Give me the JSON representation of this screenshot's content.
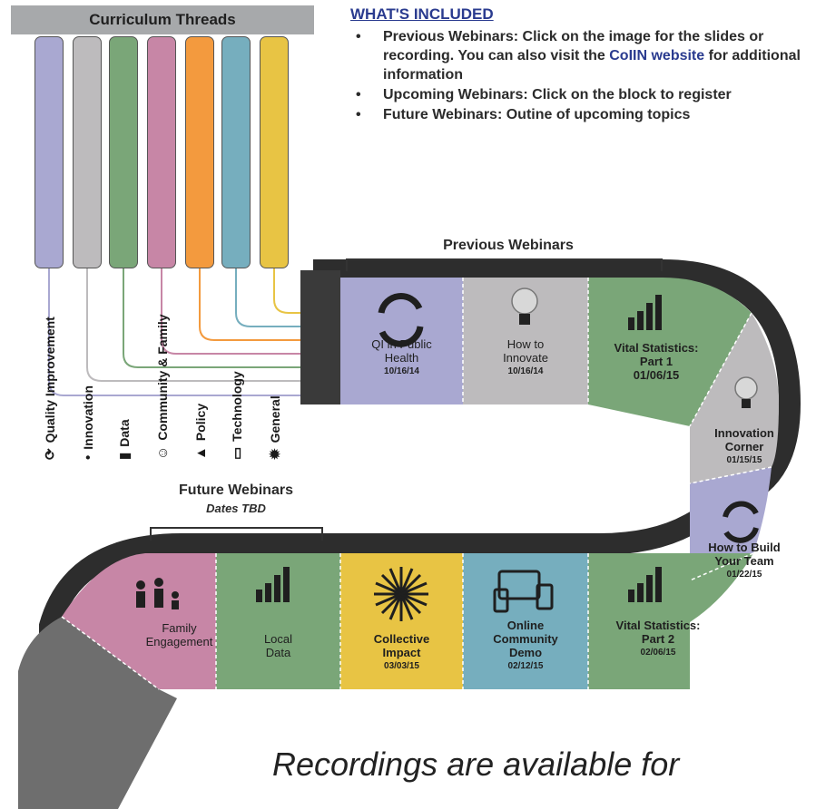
{
  "curriculum": {
    "header": "Curriculum Threads",
    "threads": [
      {
        "label": "Quality Improvement",
        "color": "#a9a8d1",
        "icon": "cycle-icon"
      },
      {
        "label": "Innovation",
        "color": "#bdbbbd",
        "icon": "bulb-icon"
      },
      {
        "label": "Data",
        "color": "#7aa678",
        "icon": "chart-icon"
      },
      {
        "label": "Community & Family",
        "color": "#c786a6",
        "icon": "family-icon"
      },
      {
        "label": "Policy",
        "color": "#f39a3e",
        "icon": "policy-icon"
      },
      {
        "label": "Technology",
        "color": "#76aebe",
        "icon": "devices-icon"
      },
      {
        "label": "General",
        "color": "#e8c444",
        "icon": "burst-icon"
      }
    ]
  },
  "included": {
    "title": "WHAT'S INCLUDED",
    "items": [
      {
        "bold": "Previous Webinars:",
        "text": " Click on the image for the slides or recording. You can also visit the ",
        "link": "CoIIN website",
        "after": " for additional information"
      },
      {
        "bold": "Upcoming Webinars:",
        "text": " Click on the block to register"
      },
      {
        "bold": "Future Webinars:",
        "text": " Outine of upcoming topics"
      }
    ]
  },
  "sections": {
    "previous": "Previous Webinars",
    "future": "Future Webinars",
    "future_sub": "Dates TBD"
  },
  "tiles": {
    "qi": {
      "l1": "QI in Public",
      "l2": "Health",
      "date": "10/16/14"
    },
    "howto": {
      "l1": "How to",
      "l2": "Innovate",
      "date": "10/16/14"
    },
    "vital1": {
      "l1": "Vital Statistics:",
      "l2": "Part 1",
      "date": "01/06/15"
    },
    "corner": {
      "l1": "Innovation",
      "l2": "Corner",
      "date": "01/15/15"
    },
    "team": {
      "l1": "How to Build",
      "l2": "Your Team",
      "date": "01/22/15"
    },
    "vital2": {
      "l1": "Vital Statistics:",
      "l2": "Part 2",
      "date": "02/06/15"
    },
    "online": {
      "l1": "Online",
      "l2": "Community",
      "l3": "Demo",
      "date": "02/12/15"
    },
    "collective": {
      "l1": "Collective",
      "l2": "Impact",
      "date": "03/03/15"
    },
    "local": {
      "l1": "Local",
      "l2": "Data"
    },
    "family": {
      "l1": "Family",
      "l2": "Engagement"
    }
  },
  "caption": "Recordings are available for"
}
